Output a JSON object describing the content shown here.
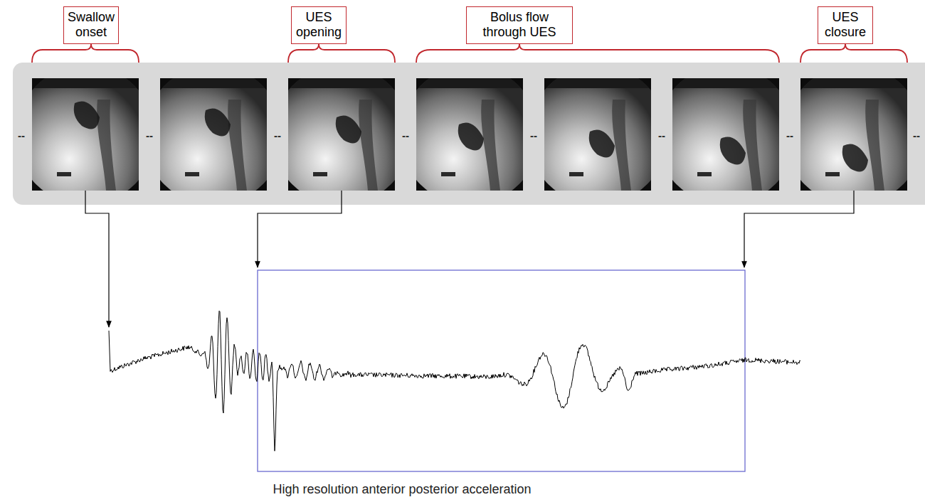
{
  "diagram": {
    "caption": "High resolution anterior posterior acceleration",
    "nodes": [
      {
        "text": [
          "Swallow onset"
        ]
      },
      {
        "text": [
          "UES opening"
        ]
      },
      {
        "text": [
          "Bolus flow through UES"
        ]
      },
      {
        "text": [
          "UES closure"
        ]
      }
    ],
    "labels": [
      "--",
      "--",
      "--",
      "--",
      "--",
      "--",
      "--",
      "--"
    ]
  }
}
